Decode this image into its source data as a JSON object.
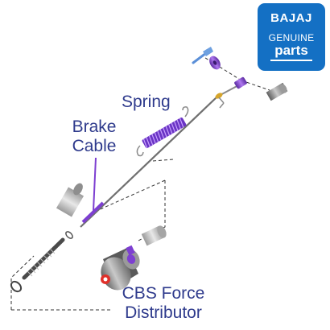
{
  "labels": {
    "spring": "Spring",
    "brake_line1": "Brake",
    "brake_line2": "Cable",
    "cbs_line1": "CBS Force",
    "cbs_line2": "Distributor"
  },
  "logo": {
    "brand": "BAJAJ",
    "line1": "GENUINE",
    "line2": "parts"
  },
  "colors": {
    "label_text": "#2e3a8c",
    "logo_bg": "#1470c4",
    "highlight": "#7d3fd1",
    "part_grey": "#8a8a8a",
    "dash": "#333333",
    "marker_red": "#e0302a"
  }
}
